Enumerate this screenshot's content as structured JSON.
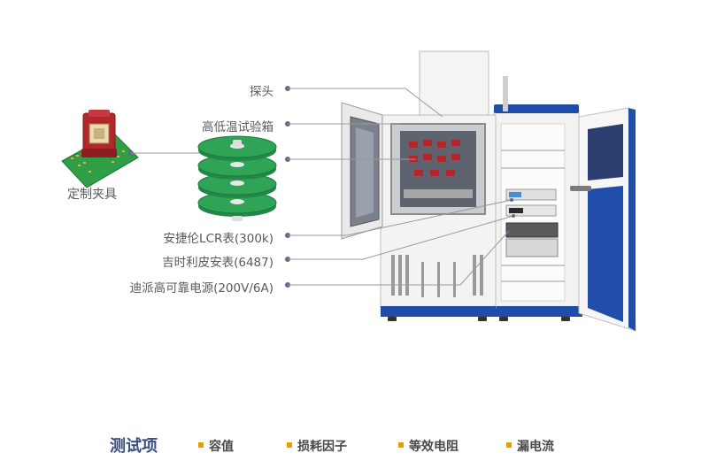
{
  "labels": {
    "probe": "探头",
    "chamber": "高低温试验箱",
    "lcr": "安捷伦LCR表(300k)",
    "keithley": "吉时利皮安表(6487)",
    "power": "迪派高可靠电源(200V/6A)"
  },
  "fixture_label": "定制夹具",
  "footer": {
    "title": "测试项",
    "items": [
      "容值",
      "损耗因子",
      "等效电阻",
      "漏电流"
    ]
  },
  "colors": {
    "label_text": "#5a5a5a",
    "leader_dot": "#5f6a8a",
    "footer_title": "#3d4f7c",
    "bullet": "#e8a000",
    "board_green": "#2a9a4a",
    "cabinet_blue": "#1f4da8",
    "fixture_red": "#b3262c"
  }
}
